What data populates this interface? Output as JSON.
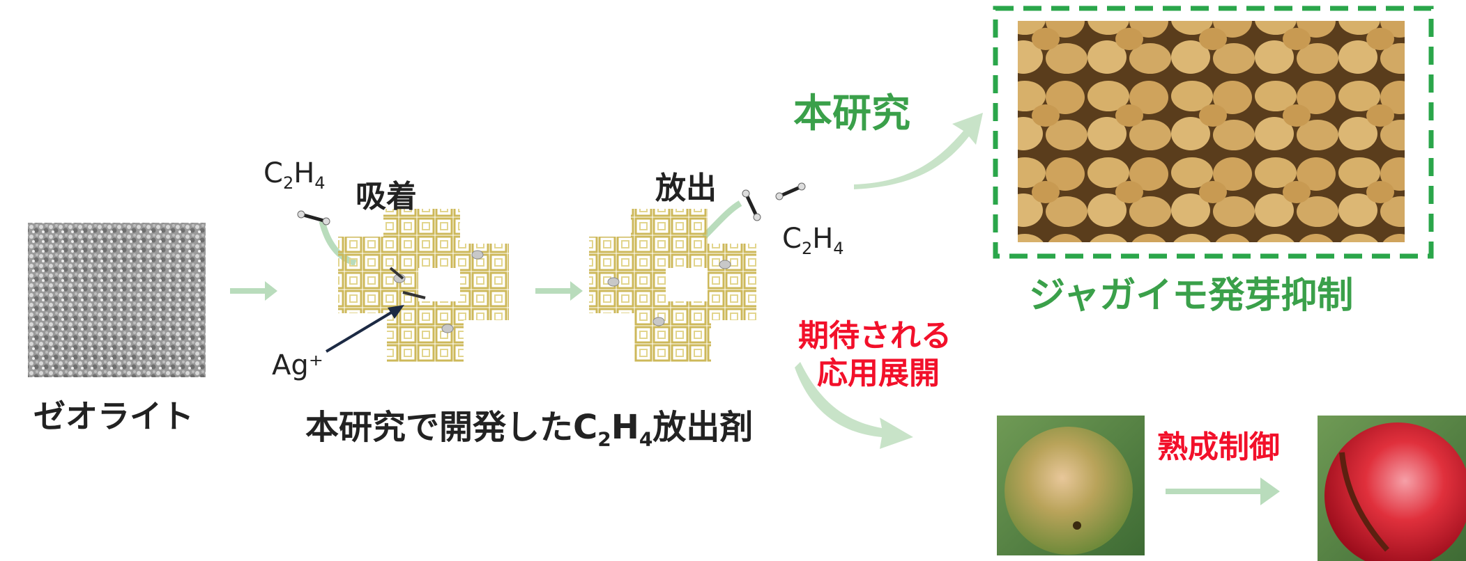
{
  "labels": {
    "zeolite": "ゼオライト",
    "adsorption": "吸着",
    "release": "放出",
    "ag_ion": "Ag⁺",
    "formula_left_pre": "C",
    "formula_left_sub1": "2",
    "formula_left_mid": "H",
    "formula_left_sub2": "4",
    "formula_right_pre": "C",
    "formula_right_sub1": "2",
    "formula_right_mid": "H",
    "formula_right_sub2": "4",
    "caption_pre": "本研究で開発したC",
    "caption_sub1": "2",
    "caption_mid": "H",
    "caption_sub2": "4",
    "caption_post": "放出剤",
    "this_study": "本研究",
    "potato": "ジャガイモ発芽抑制",
    "expected_line1": "期待される",
    "expected_line2": "応用展開",
    "ripening": "熟成制御"
  },
  "colors": {
    "green_text": "#3aa04a",
    "red_text": "#f2102a",
    "arrow_green": "#b9dcbc",
    "framework_gold": "#d8c56a",
    "dashed_frame": "#2aa64a"
  }
}
